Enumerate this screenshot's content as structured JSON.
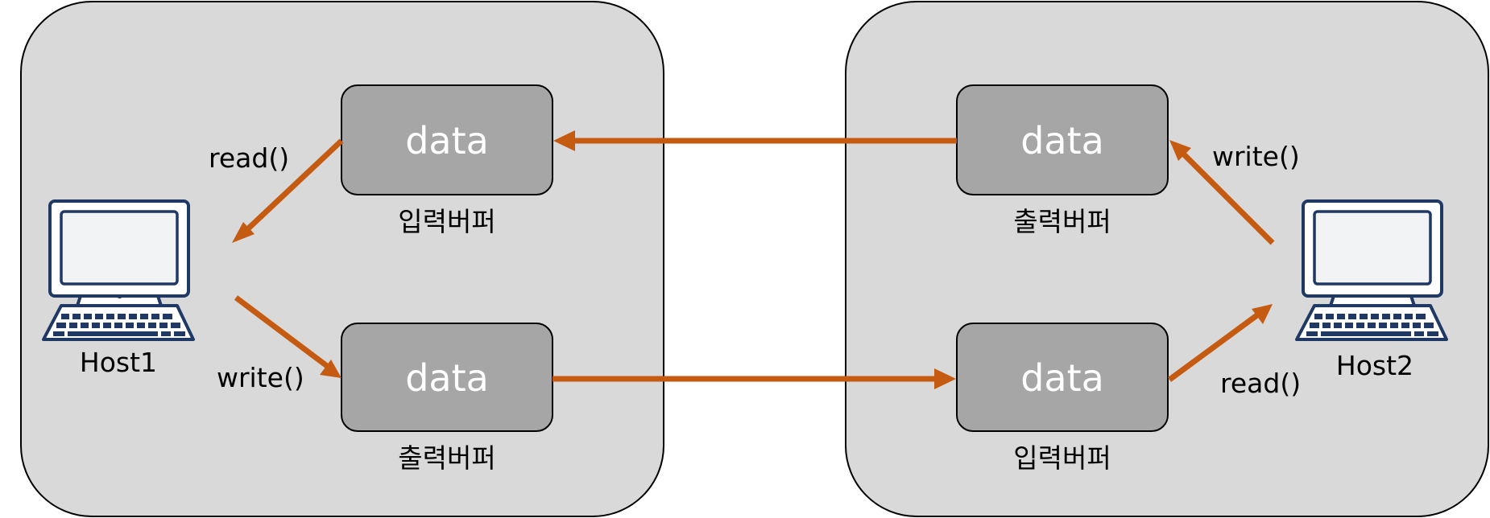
{
  "colors": {
    "panel_fill": "#d9d9d9",
    "buffer_fill": "#a6a6a6",
    "arrow": "#c55a11",
    "computer": "#1f3864"
  },
  "left_host": {
    "name": "Host1",
    "read_label": "read()",
    "write_label": "write()",
    "input_buffer": {
      "data_label": "data",
      "caption": "입력버퍼"
    },
    "output_buffer": {
      "data_label": "data",
      "caption": "출력버퍼"
    }
  },
  "right_host": {
    "name": "Host2",
    "read_label": "read()",
    "write_label": "write()",
    "output_buffer": {
      "data_label": "data",
      "caption": "출력버퍼"
    },
    "input_buffer": {
      "data_label": "data",
      "caption": "입력버퍼"
    }
  },
  "icons": {
    "host1": "desktop-computer-icon",
    "host2": "desktop-computer-icon"
  }
}
